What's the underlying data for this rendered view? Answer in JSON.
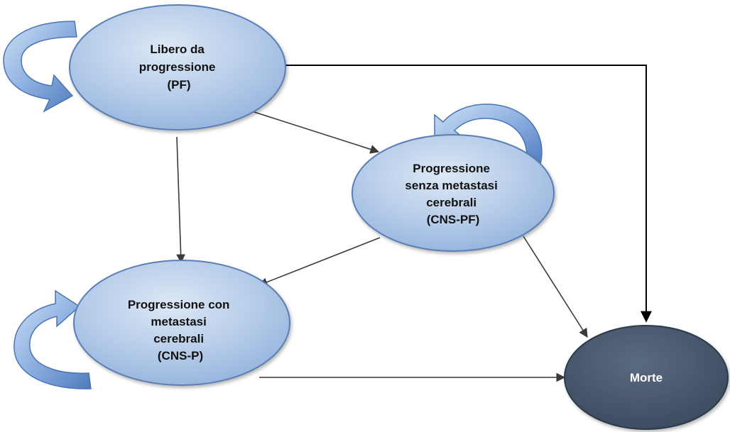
{
  "nodes": {
    "pf": {
      "lines": [
        "Libero da",
        "progressione",
        "(PF)"
      ]
    },
    "cns_pf": {
      "lines": [
        "Progressione",
        "senza metastasi",
        "cerebrali",
        "(CNS-PF)"
      ]
    },
    "cns_p": {
      "lines": [
        "Progressione con",
        "metastasi",
        "cerebrali",
        "(CNS-P)"
      ]
    },
    "death": {
      "lines": [
        "Morte"
      ]
    }
  },
  "colors": {
    "state_fill_light": "#cfdff0",
    "state_fill_mid": "#a9c3e4",
    "state_fill_dark": "#8fb0da",
    "state_stroke": "#5a7fb4",
    "death_fill": "#44546a",
    "death_stroke": "#2c3a4d",
    "loop_arrow": "#5b86c5",
    "loop_arrow_light": "#a9c4e8"
  }
}
